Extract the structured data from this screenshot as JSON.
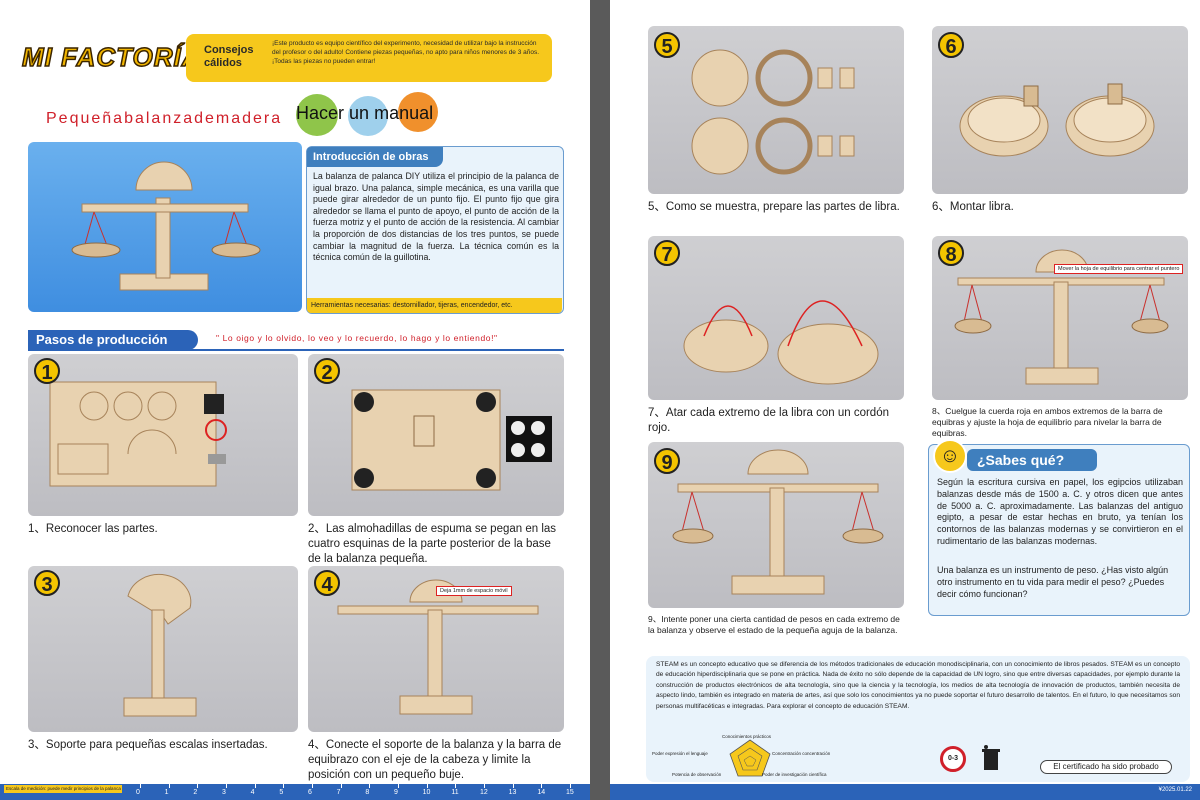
{
  "left": {
    "brand": "MI FACTORÍA",
    "consejos": {
      "title": "Consejos cálidos",
      "text": "¡Este producto es equipo científico del experimento, necesidad de utilizar bajo la instrucción del profesor o del adulto! Contiene piezas pequeñas, no apto para niños menores de 3 años. ¡Todas las piezas no pueden entrar!"
    },
    "product_title": "Pequeñabalanzademadera",
    "manual_words": [
      "Hacer",
      "un",
      "manual"
    ],
    "intro": {
      "title": "Introducción de obras",
      "text": "La balanza de palanca DIY utiliza el principio de la palanca de igual brazo. Una palanca, simple mecánica, es una varilla que puede girar alrededor de un punto fijo. El punto fijo que gira alrededor se llama el punto de apoyo, el punto de acción de la fuerza motriz y el punto de acción de la resistencia. Al cambiar la proporción de dos distancias de los tres puntos, se puede cambiar la magnitud de la fuerza. La técnica común es la técnica común de la guillotina.",
      "tools": "Herramientas necesarias: destornillador, tijeras, encendedor, etc."
    },
    "pasos_title": "Pasos de producción",
    "slogan": "\" Lo oigo y lo olvido, lo veo y lo recuerdo, lo hago y lo entiendo!\"",
    "steps": [
      {
        "n": "1",
        "caption": "1、Reconocer las partes."
      },
      {
        "n": "2",
        "caption": "2、Las almohadillas de espuma se pegan en las cuatro esquinas de la parte posterior de la base de la balanza pequeña."
      },
      {
        "n": "3",
        "caption": "3、Soporte para pequeñas escalas insertadas."
      },
      {
        "n": "4",
        "caption": "4、Conecte el soporte de la balanza y la barra de equibrazo con el eje de la cabeza y limite la posición con un pequeño buje."
      }
    ],
    "step4_tag": "Deja 1mm de espacio móvil",
    "ruler_note": "Escala de medición: puede medir principios de la palanca",
    "ruler_numbers": [
      "0",
      "1",
      "2",
      "3",
      "4",
      "5",
      "6",
      "7",
      "8",
      "9",
      "10",
      "11",
      "12",
      "13",
      "14",
      "15"
    ]
  },
  "right": {
    "steps": [
      {
        "n": "5",
        "caption": "5、Como se muestra, prepare las partes de libra."
      },
      {
        "n": "6",
        "caption": "6、Montar libra."
      },
      {
        "n": "7",
        "caption": "7、Atar cada extremo de la libra con un cordón rojo."
      },
      {
        "n": "8",
        "caption": "8、Cuelgue la cuerda roja en ambos extremos de la barra de equibras y ajuste la hoja de equilibrio para nivelar la barra de equibras."
      },
      {
        "n": "9",
        "caption": "9、Intente poner una cierta cantidad de pesos en cada extremo de la balanza y observe el estado de la pequeña aguja de la balanza."
      }
    ],
    "step8_tag": "Mover la hoja de equilibrio para centrar el puntero",
    "sabes": {
      "title": "¿Sabes qué?",
      "text": "Según la escritura cursiva en papel, los egipcios utilizaban balanzas desde más de 1500 a. C. y otros dicen que antes de 5000 a. C. aproximadamente. Las balanzas del antiguo egipto, a pesar de estar hechas en bruto, ya tenían los contornos de las balanzas modernas y se convirtieron en el rudimentario de las balanzas modernas.",
      "text2": "Una balanza es un instrumento de peso. ¿Has visto algún otro instrumento en tu vida para medir el peso? ¿Puedes decir cómo funcionan?"
    },
    "steam": "STEAM es un concepto educativo que se diferencia de los métodos tradicionales de educación monodisciplinaria, con un conocimiento de libros pesados. STEAM es un concepto de educación hiperdisciplinaria que se pone en práctica. Nada de éxito no sólo depende de la capacidad de UN logro, sino que entre diversas capacidades, por ejemplo durante la construcción de productos electrónicos de alta tecnología, sino que la ciencia y la tecnología, los medios de alta tecnología de innovación de productos, también necesita de aspecto lindo, también es integrado en materia de artes, así que solo los conocimientos ya no puede soportar el futuro desarrollo de talentos. En el futuro, lo que necesitamos son personas multifacéticas e integradas. Para explorar el concepto de educación STEAM.",
    "radar_labels": [
      "Conocimientos prácticos",
      "Concentración concentración",
      "Poder de investigación científica",
      "Potencia de observación",
      "Poder expresión el lenguaje"
    ],
    "certificado": "El certificado ha sido probado",
    "age_badge": "0-3",
    "footer_code": "¥2025.01.22"
  },
  "colors": {
    "accent_blue": "#2b63b8",
    "yellow": "#f6c81c",
    "red_text": "#d0202a"
  }
}
